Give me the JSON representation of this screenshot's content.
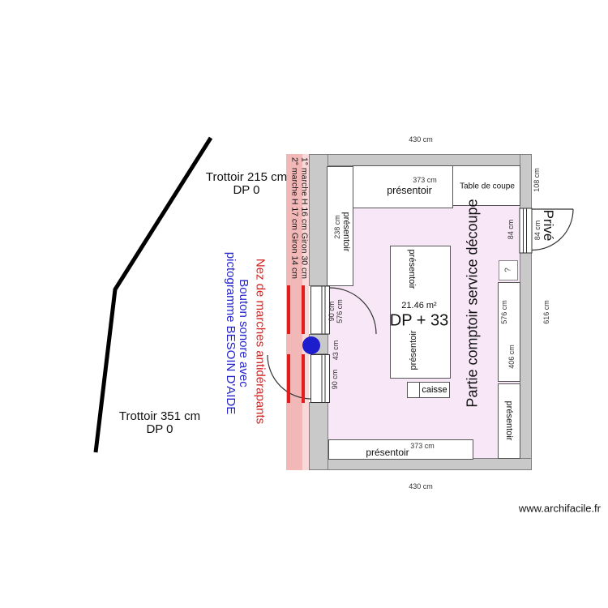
{
  "plan": {
    "room": {
      "area": "21.46 m²",
      "dp": "DP + 33"
    },
    "furniture": {
      "top_label": "présentoir",
      "top_dim": "373 cm",
      "table_label": "Table de coupe",
      "left_label": "présentoir",
      "left_dim": "238 cm",
      "island_top_label": "présentoir",
      "island_bottom_label": "présentoir",
      "caisse_label": "caisse",
      "bottom_label": "présentoir",
      "bottom_dim": "373 cm",
      "right_label": "présentoir",
      "right_dim_a": "576 cm",
      "right_dim_b": "406 cm",
      "appliance_glyph": "?"
    },
    "dimensions": {
      "width_top": "430 cm",
      "width_bottom": "430 cm",
      "right_opening": "108 cm",
      "door_right_a": "84 cm",
      "door_right_b": "84 cm",
      "wall_right": "616 cm",
      "door_up": "90 cm",
      "run_left": "576 cm",
      "pillar": "43 cm",
      "door_low": "90 cm"
    },
    "zones": {
      "partie": "Partie comptoir service découpe",
      "prive": "Privé"
    }
  },
  "annotations": {
    "trottoir_top_line1": "Trottoir 215 cm",
    "trottoir_top_line2": "DP 0",
    "trottoir_bottom_line1": "Trottoir 351 cm",
    "trottoir_bottom_line2": "DP 0",
    "stairs_line1": "1° marche H 16 cm Giron 30 cm",
    "stairs_line2": "2° marche H 17 cm Giron 14 cm",
    "nez_marches": "Nez de marches antidérapants",
    "bouton_line1": "Bouton sonore avec",
    "bouton_line2": "pictogramme BESOIN D'AIDE"
  },
  "footer": {
    "watermark": "www.archifacile.fr"
  },
  "colors": {
    "wall": "#c9c9c9",
    "floor": "#f7e7f7",
    "step_strip": "#f2b7b7",
    "step_strip_light": "#f8d8d8",
    "step_bar": "#e51c1c",
    "button_blue": "#1d1dcd",
    "note_red": "#d32222",
    "note_blue": "#2424cc"
  }
}
